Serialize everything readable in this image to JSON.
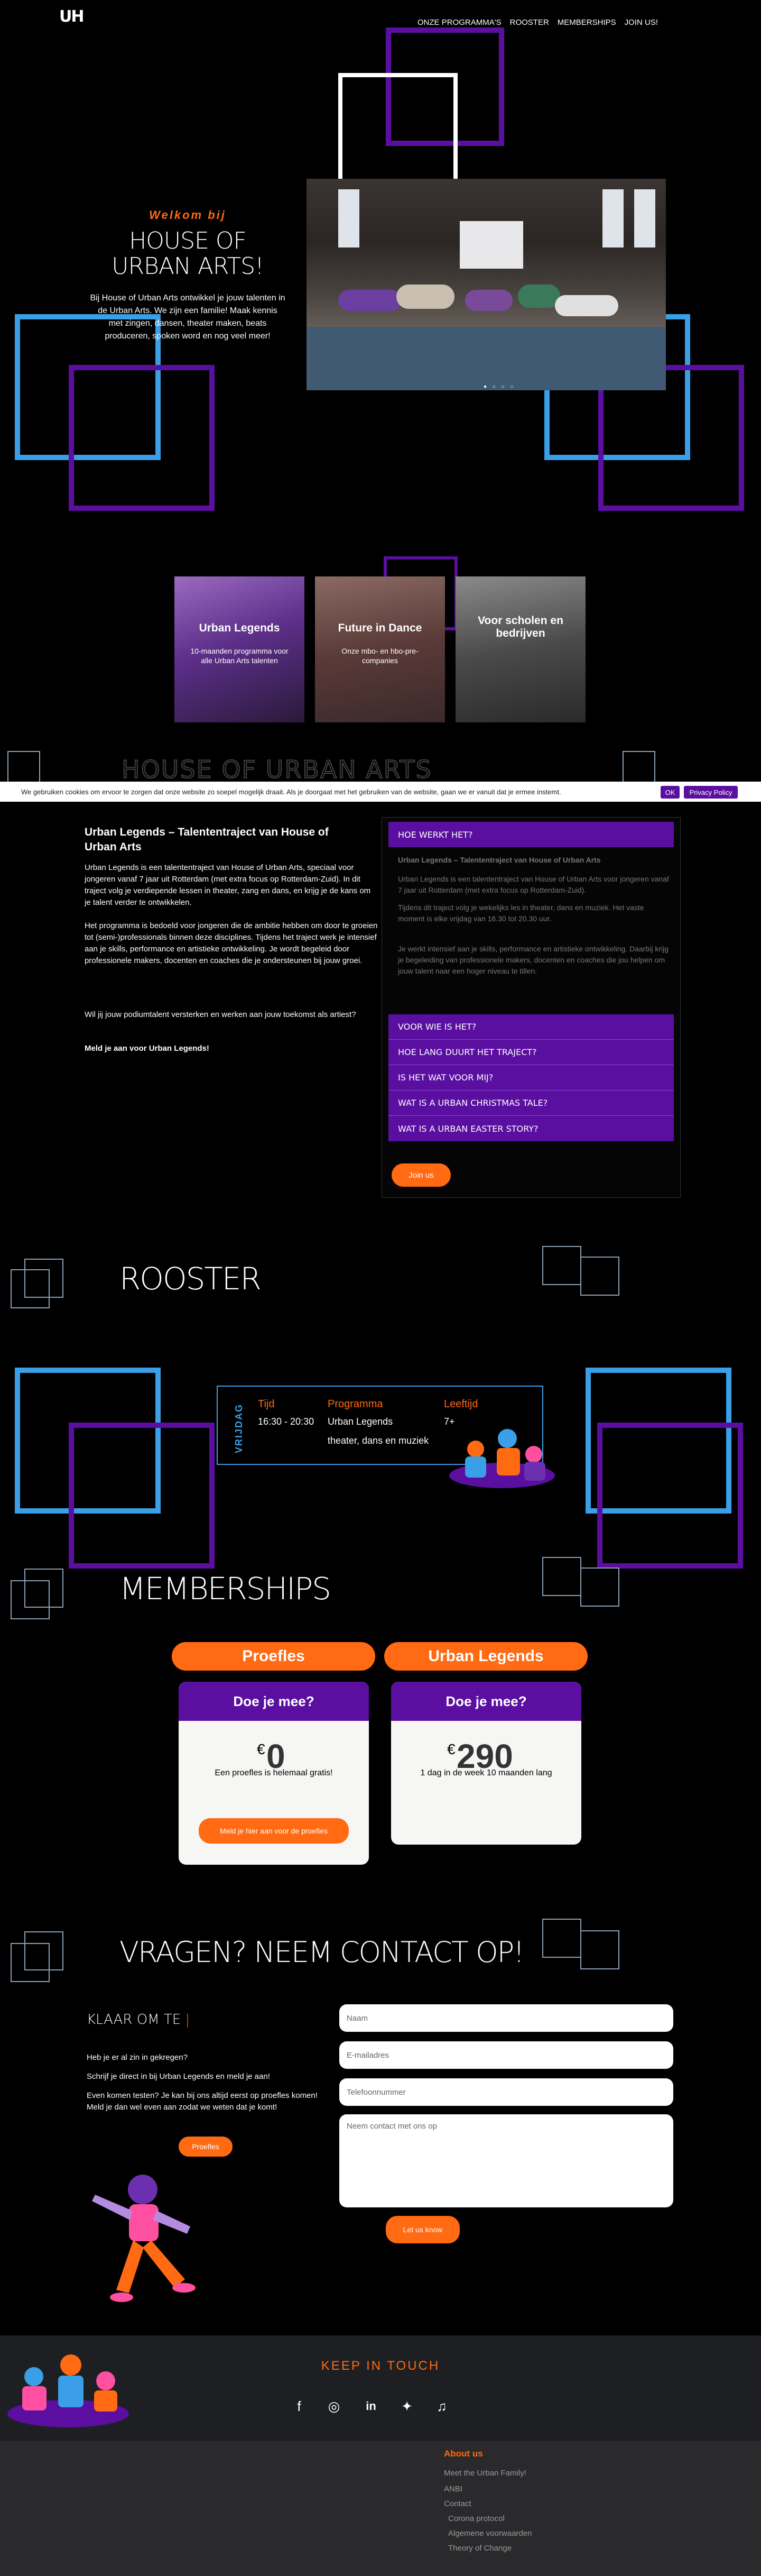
{
  "nav": {
    "logo": "UH",
    "items": [
      "ONZE PROGRAMMA'S",
      "ROOSTER",
      "MEMBERSHIPS",
      "JOIN US!"
    ]
  },
  "hero": {
    "welcome": "Welkom bij",
    "title": "HOUSE OF URBAN ARTS!",
    "text": "Bij House of Urban Arts ontwikkel je jouw talenten in de Urban Arts. We zijn een familie! Maak kennis met zingen, dansen, theater maken, beats produceren, spoken word en nog veel meer!"
  },
  "cards": [
    {
      "title": "Urban Legends",
      "subtitle": "10-maanden programma voor alle Urban Arts talenten"
    },
    {
      "title": "Future in Dance",
      "subtitle": "Onze mbo- en hbo-pre-companies"
    },
    {
      "title": "Voor scholen en bedrijven",
      "subtitle": ""
    }
  ],
  "marquee": "HOUSE OF URBAN ARTS",
  "cookie": {
    "text": "We gebruiken cookies om ervoor te zorgen dat onze website zo soepel mogelijk draait. Als je doorgaat met het gebruiken van de website, gaan we er vanuit dat je ermee instemt.",
    "ok": "OK",
    "policy": "Privacy Policy"
  },
  "urban_legends": {
    "title": "Urban Legends – Talententraject van House of Urban Arts",
    "p1": "Urban Legends is een talententraject van House of Urban Arts, speciaal voor jongeren vanaf 7 jaar uit Rotterdam (met extra focus op Rotterdam-Zuid). In dit traject volg je verdiepende lessen in theater, zang en dans, en krijg je de kans om je talent verder te ontwikkelen.",
    "p2": "Het programma is bedoeld voor jongeren die de ambitie hebben om door te groeien tot (semi-)professionals binnen deze disciplines. Tijdens het traject werk je intensief aan je skills, performance en artistieke ontwikkeling. Je wordt begeleid door professionele makers, docenten en coaches die je ondersteunen bij jouw groei.",
    "p3": "Wil jij jouw podiumtalent versterken en werken aan jouw toekomst als artiest?",
    "p4": "Meld je aan voor Urban Legends!",
    "acc_open": "HOE WERKT HET?",
    "acc_body_title": "Urban Legends – Talententraject van House of Urban Arts",
    "acc_body_1": "Urban Legends is een talententraject van House of Urban Arts voor jongeren vanaf 7 jaar uit Rotterdam (met extra focus op Rotterdam-Zuid).",
    "acc_body_2": "Tijdens dit traject volg je wekelijks les in theater, dans en muziek. Het vaste moment is elke vrijdag van 16.30 tot 20.30 uur.",
    "acc_body_3": "Je werkt intensief aan je skills, performance en artistieke ontwikkeling. Daarbij krijg je begeleiding van professionele makers, docenten en coaches die jou helpen om jouw talent naar een hoger niveau te tillen.",
    "faq": [
      "VOOR WIE IS HET?",
      "HOE LANG DUURT HET TRAJECT?",
      "IS HET WAT VOOR MIJ?",
      "WAT IS A URBAN CHRISTMAS TALE?",
      "WAT IS A URBAN EASTER STORY?"
    ],
    "join": "Join us"
  },
  "rooster": {
    "title": "ROOSTER",
    "day": "VRIJDAG",
    "headers": [
      "Tijd",
      "Programma",
      "Leeftijd"
    ],
    "time": "16:30 - 20:30",
    "program": "Urban Legends",
    "age": "7+",
    "program_sub": "theater, dans en muziek"
  },
  "memberships": {
    "title": "MEMBERSHIPS",
    "plans": [
      {
        "name": "Proefles",
        "cta": "Doe je mee?",
        "currency": "€",
        "price": "0",
        "desc": "Een proefles is helemaal gratis!",
        "button": "Meld je hier aan voor de proefles"
      },
      {
        "name": "Urban Legends",
        "cta": "Doe je mee?",
        "currency": "€",
        "price": "290",
        "desc": "1 dag in de week 10 maanden lang",
        "button": ""
      }
    ]
  },
  "contact": {
    "title": "VRAGEN? NEEM CONTACT OP!",
    "ready": "KLAAR OM TE ",
    "p1": "Heb je er al zin in gekregen?",
    "p2": "Schrijf je direct in bij Urban Legends en meld je aan!",
    "p3": "Even komen testen? Je kan bij ons altijd eerst op proefles komen! Meld je dan wel even aan zodat we weten dat je komt!",
    "proefles_btn": "Proefles",
    "placeholders": {
      "name": "Naam",
      "email": "E-mailadres",
      "phone": "Telefoonnummer",
      "message": "Neem contact met ons op"
    },
    "submit": "Let us know"
  },
  "footer": {
    "keep": "KEEP IN TOUCH",
    "about": "About us",
    "links": [
      "Meet the Urban Family!",
      "ANBI",
      "Contact",
      "Corona protocol",
      "Algemene voorwaarden",
      "Theory of Change"
    ]
  },
  "colors": {
    "accent": "#ff6a13",
    "purple": "#5a0fa0",
    "blue": "#3a9fe6"
  }
}
